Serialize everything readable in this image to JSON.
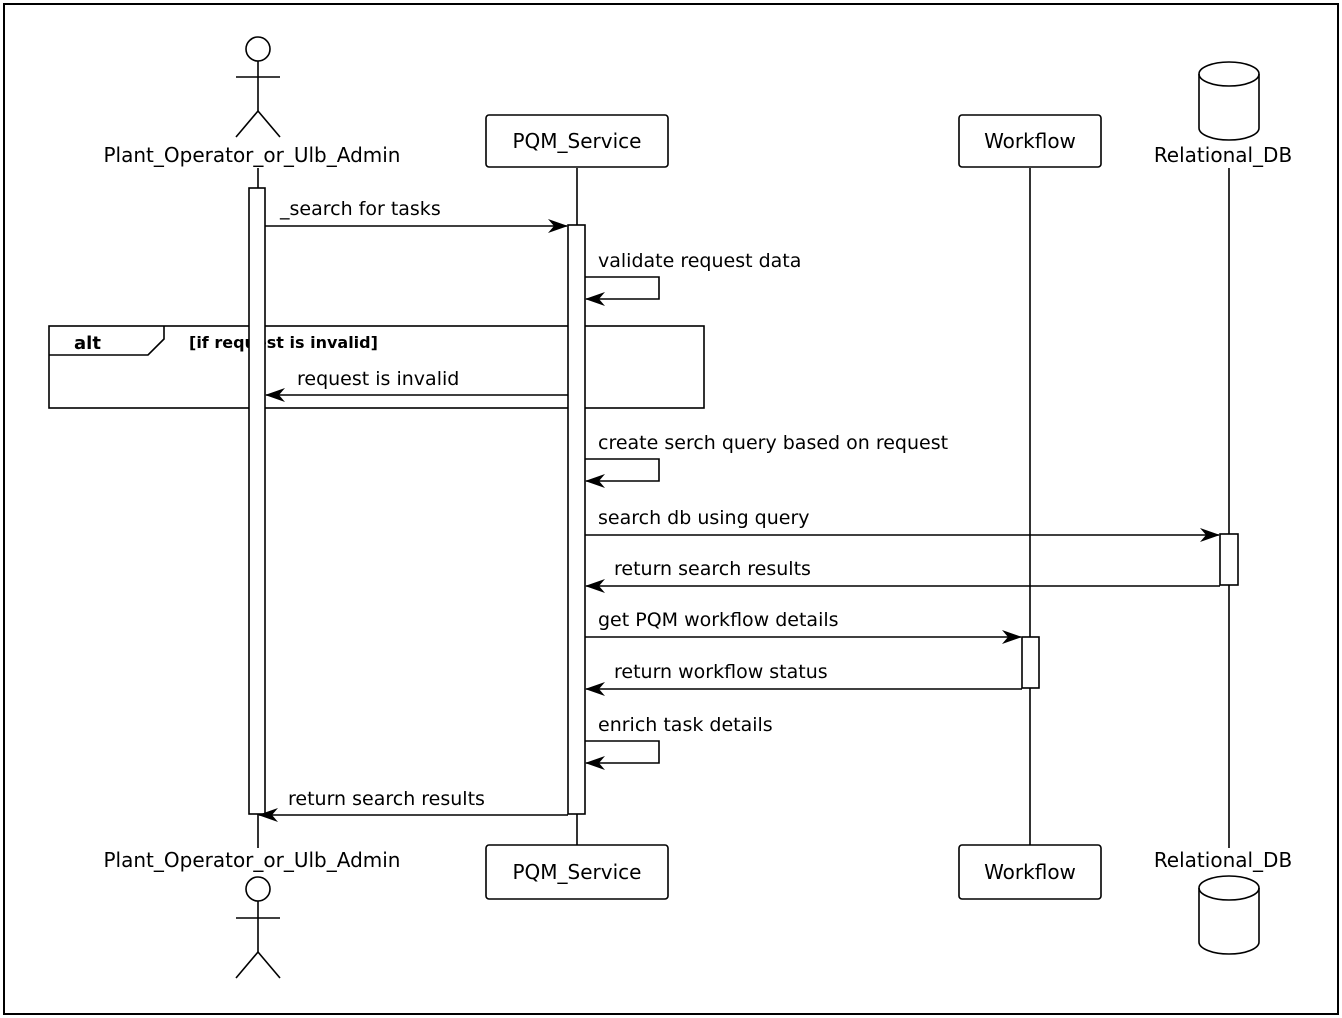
{
  "participants": {
    "operator": "Plant_Operator_or_Ulb_Admin",
    "service": "PQM_Service",
    "workflow": "Workflow",
    "db": "Relational_DB"
  },
  "messages": {
    "m1": "_search for tasks",
    "m2": "validate request data",
    "m3": "request is invalid",
    "m4": "create serch query based on request",
    "m5": "search db using query",
    "m6": "return search results",
    "m7": "get PQM workflow details",
    "m8": "return workflow status",
    "m9": "enrich task details",
    "m10": "return search results"
  },
  "alt_frame": {
    "keyword": "alt",
    "guard": "[if request is invalid]"
  }
}
